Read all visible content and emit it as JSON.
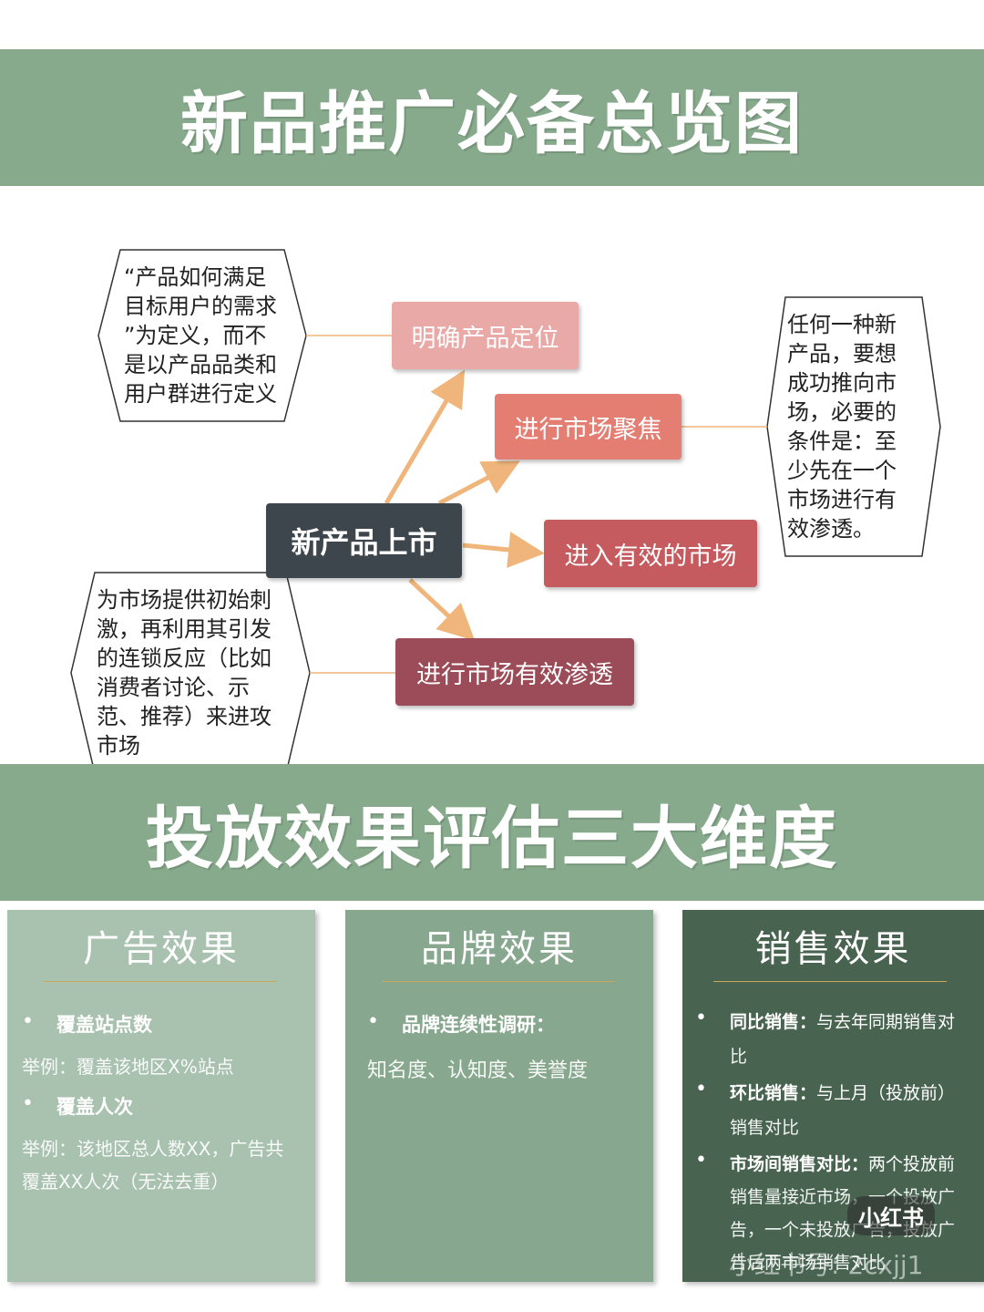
{
  "top_banner_title": "新品推广必备总览图",
  "mid_banner_title": "投放效果评估三大维度",
  "diagram": {
    "center": "新产品上市",
    "branch_1": "明确产品定位",
    "branch_2": "进行市场聚焦",
    "branch_3": "进入有效的市场",
    "branch_4": "进行市场有效渗透",
    "note_left_top": [
      "“产品如何满足",
      "目标用户的需求",
      "”为定义，而不",
      "是以产品品类和",
      "用户群进行定义"
    ],
    "note_right": [
      "任何一种新",
      "产品，要想",
      "成功推向市",
      "场，必要的",
      "条件是：至",
      "少先在一个",
      "市场进行有",
      "效渗透。"
    ],
    "note_left_bottom": [
      "为市场提供初始刺",
      "激，再利用其引发",
      "的连锁反应（比如",
      "消费者讨论、示",
      "范、推荐）来进攻",
      "市场"
    ],
    "colors": {
      "center": "#3d464d",
      "branch_1": "#e9a9a6",
      "branch_2": "#e47e72",
      "branch_3": "#c65b5f",
      "branch_4": "#9c4c58",
      "arrow": "#efb57a"
    }
  },
  "columns": {
    "ad": {
      "title": "广告效果",
      "item1_title": "覆盖站点数",
      "item1_example": "举例：覆盖该地区X%站点",
      "item2_title": "覆盖人次",
      "item2_example_line1": "举例：该地区总人数XX，广告共",
      "item2_example_line2": "覆盖XX人次（无法去重）",
      "color": "#a9c2b0"
    },
    "brand": {
      "title": "品牌效果",
      "item1_title": "品牌连续性调研：",
      "item1_text": "知名度、认知度、美誉度",
      "color": "#87a88f"
    },
    "sales": {
      "title": "销售效果",
      "item1_title": "同比销售：",
      "item1_text_line1": "与去年同期销售对",
      "item1_text_line2": "比",
      "item2_title": "环比销售：",
      "item2_text_line1": "与上月（投放前）",
      "item2_text_line2": "销售对比",
      "item3_title": "市场间销售对比：",
      "item3_text_line1": "两个投放前",
      "item3_text_line2": "销售量接近市场，一个投放广",
      "item3_text_line3": "告，一个未投放广告，投放广",
      "item3_text_line4": "告后两市场销售对比",
      "color": "#486350"
    }
  },
  "watermark": {
    "logo": "小红书",
    "text": "小红书号: 2cxjj1"
  }
}
